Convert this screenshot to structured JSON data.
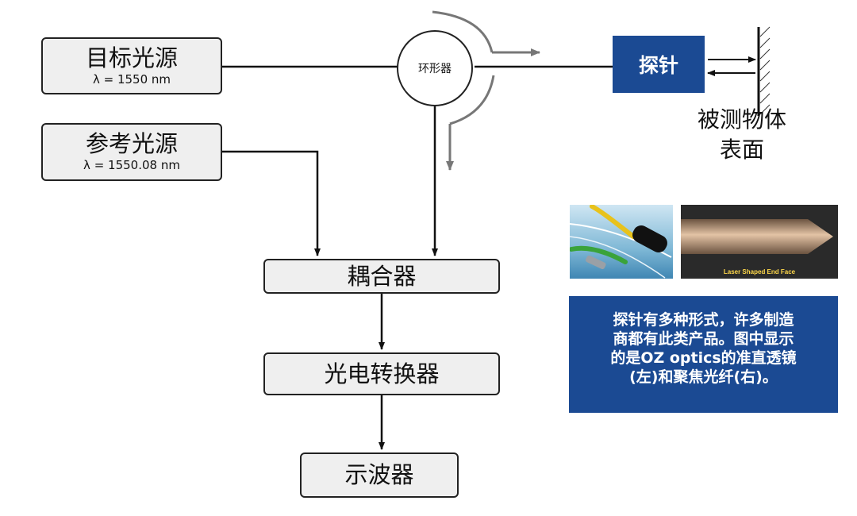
{
  "sources": {
    "target": {
      "label": "目标光源",
      "wavelength": "λ = 1550 nm"
    },
    "reference": {
      "label": "参考光源",
      "wavelength": "λ = 1550.08 nm"
    }
  },
  "circulator": {
    "label": "环形器"
  },
  "probe": {
    "label": "探针"
  },
  "surface": {
    "line1": "被测物体",
    "line2": "表面"
  },
  "coupler": {
    "label": "耦合器"
  },
  "photodetector": {
    "label": "光电转换器"
  },
  "oscilloscope": {
    "label": "示波器"
  },
  "photo_right": {
    "caption": "Laser Shaped End Face"
  },
  "note": {
    "lines": [
      "探针有多种形式，许多制造",
      "商都有此类产品。图中显示",
      "的是OZ optics的准直透镜",
      "(左)和聚焦光纤(右)。"
    ]
  },
  "colors": {
    "box_fill": "#efefef",
    "accent_blue": "#1b4a93",
    "flow_line": "#111111",
    "guide_arrow": "#777777"
  }
}
